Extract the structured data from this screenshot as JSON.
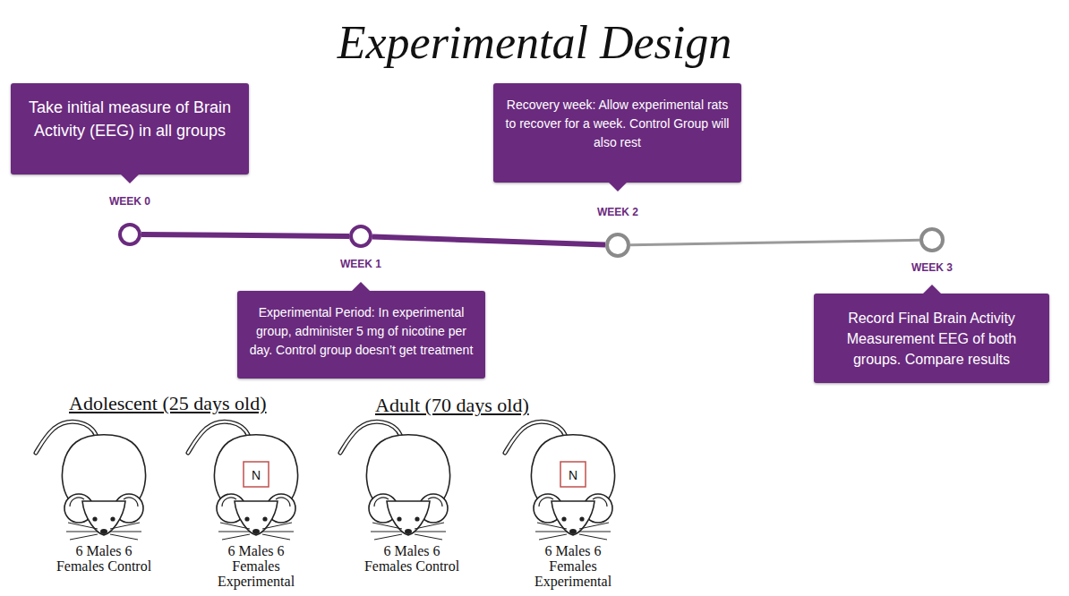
{
  "diagram": {
    "title": "Experimental Design",
    "nodes": [
      {
        "text": [
          "Take initial measure of Brain Activity (EEG) in all groups"
        ]
      },
      {
        "text": [
          "WEEK 0"
        ]
      },
      {
        "text": [
          "WEEK 1"
        ]
      },
      {
        "text": [
          "Experimental Period: In experimental group, administer 5 mg of nicotine per day. Control group doesn’t get treatment"
        ]
      },
      {
        "text": [
          "Recovery week: Allow experimental rats to recover for a week. Control Group will also rest"
        ]
      },
      {
        "text": [
          "WEEK 2"
        ]
      },
      {
        "text": [
          "WEEK 3"
        ]
      },
      {
        "text": [
          "Record Final Brain Activity Measurement EEG of both groups. Compare results"
        ]
      }
    ],
    "edges": [
      {
        "from": 1,
        "to": 2,
        "arrow": "none"
      },
      {
        "from": 2,
        "to": 5,
        "arrow": "none"
      },
      {
        "from": 5,
        "to": 6,
        "arrow": "none"
      }
    ],
    "labels": [
      "Adolescent (25 days old)",
      "Adult (70 days old)",
      "6 Males 6 Females Control",
      "N",
      "6 Males 6 Females Experimental",
      "6 Males 6 Females Control",
      "N",
      "6 Males 6 Females Experimental"
    ]
  }
}
